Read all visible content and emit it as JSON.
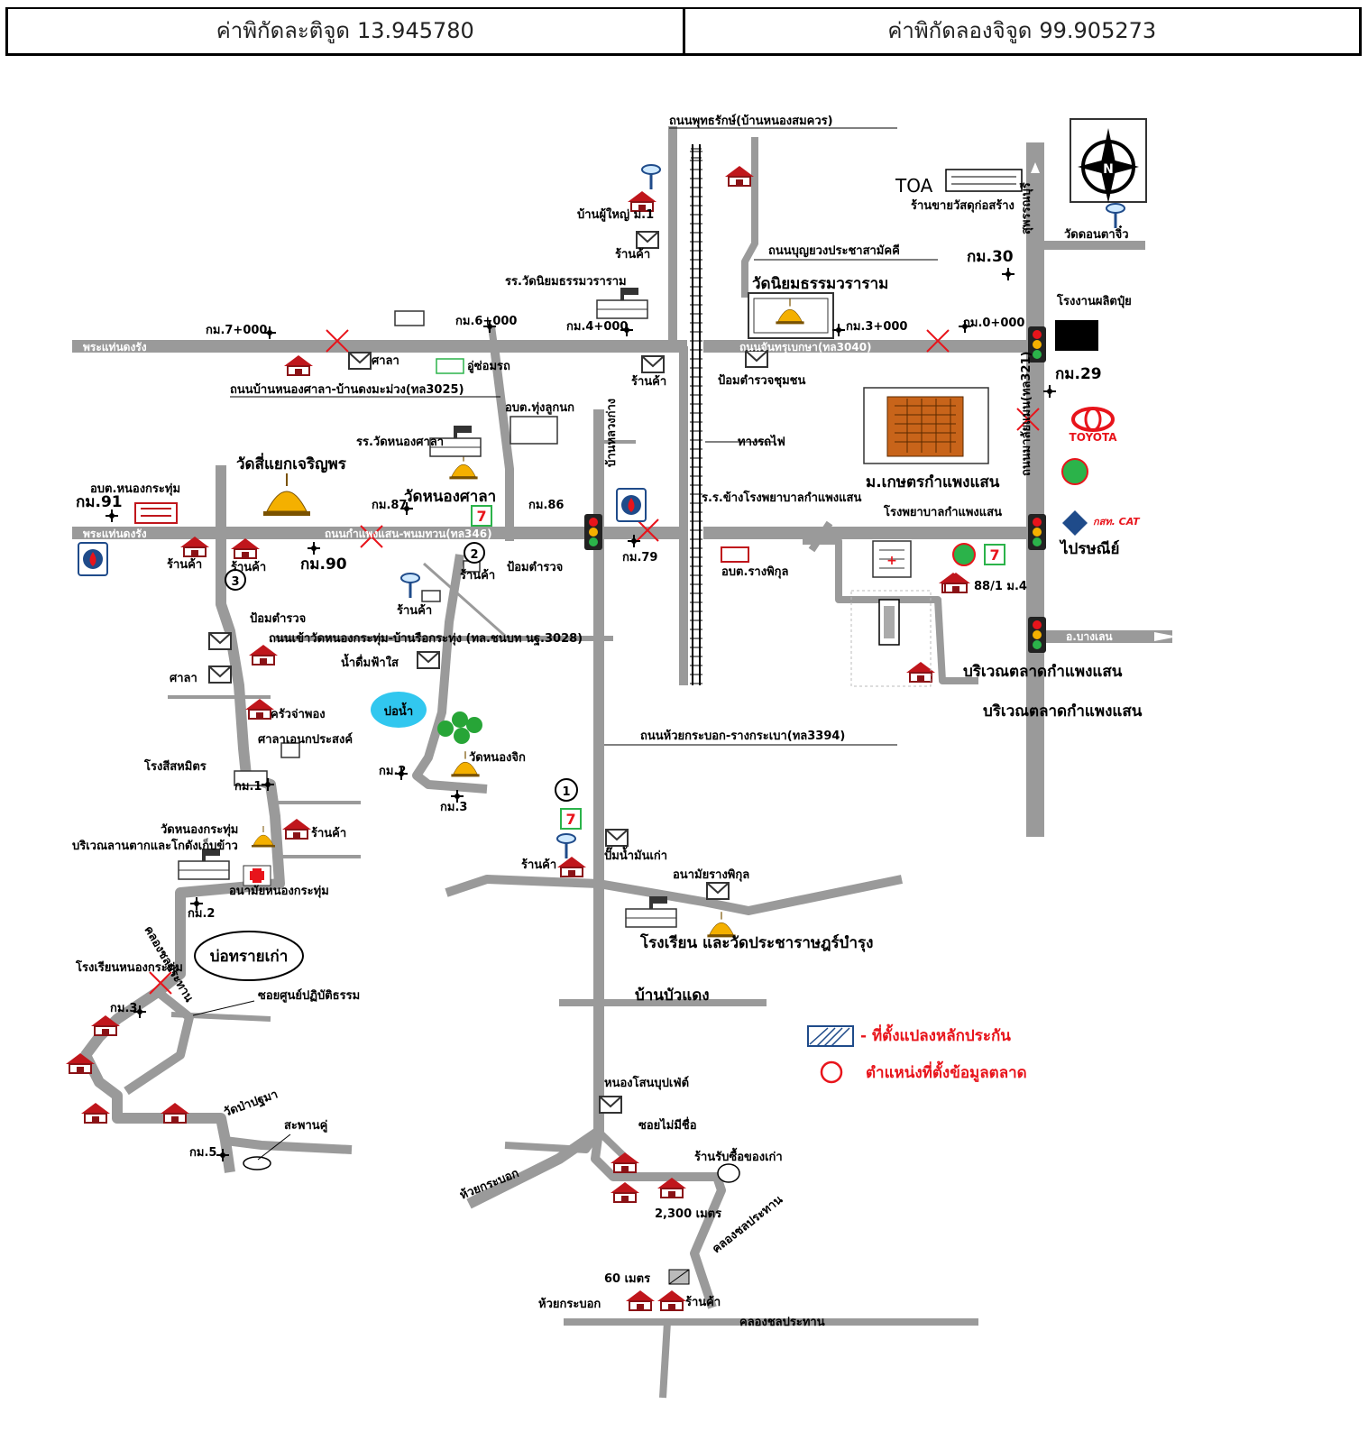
{
  "header": {
    "latitude_label": "ค่าพิกัดละติจูด",
    "latitude_value": "13.945780",
    "longitude_label": "ค่าพิกัดลองจิจูด",
    "longitude_value": "99.905273"
  },
  "map": {
    "compass_letter": "N",
    "toa_logo": "TOA",
    "toyota_logo": "TOYOTA",
    "cat_logo": "กสท. CAT",
    "seven_eleven": "7",
    "pond": "บ่อน้ำ",
    "old_fish_pond": "บ่อทรายเก่า",
    "circle_1": "1",
    "circle_2": "2",
    "circle_3": "3",
    "labels": {
      "road_phuttharak": "ถนนพุทธรักษ์(บ้านหนองสมควร)",
      "ban_phuyai": "บ้านผู้ใหญ่ ม.1",
      "shop_top": "ร้านค้า",
      "school_wat_niyom": "รร.วัดนิยมธรรมวราราม",
      "wat_niyom": "วัดนิยมธรรมวราราม",
      "road_bunyoung": "ถนนบุญยวงประชาสามัคคี",
      "toa_shop": "ร้านขายวัสดุก่อสร้าง",
      "wat_khon": "วัดดอนตาจิ๋ว",
      "km30": "กม.30",
      "fertilizer": "โรงงานผลิตปุ๋ย",
      "km29": "กม.29",
      "km7": "กม.7+000",
      "km6": "กม.6+000",
      "km4": "กม.4+000",
      "km3": "กม.3+000",
      "km0": "กม.0+000",
      "to_phra_left": "พระแท่นดงรัง",
      "road_jansap": "ถนนจันทรุเบกษา(ทล3040)",
      "police_community": "ป้อมตำรวจชุมชน",
      "sala": "ศาลา",
      "garage": "อู่ซ่อมรถ",
      "road_ban_nong_sala": "ถนนบ้านหนองศาลา-บ้านดงมะม่วง(ทล3025)",
      "shop_rail": "ร้านค้า",
      "obt_thung_luk_nok": "อบต.ทุ่งลูกนก",
      "school_nong_sala": "รร.วัดหนองศาลา",
      "wat_si_yaek": "วัดสี่แยกเจริญพร",
      "road_ban_lam": "บ้านหลวงก่าง",
      "railway": "ทางรถไฟ",
      "ku": "ม.เกษตรกำแพงแสน",
      "road_321": "ถนนมาลัยแมน(ทล321)",
      "road_321_top": "สุพรรณบุรี",
      "obt_nong_krathum": "อบต.หนองกระทุ่ม",
      "km91": "กม.91",
      "km87": "กม.87",
      "wat_nong_sala": "วัดหนองศาลา",
      "km86": "กม.86",
      "ku_hospital_side": "ร.ร.ข้างโรงพยาบาลกำแพงแสน",
      "ku_hospital": "โรงพยาบาลกำแพงแสน",
      "road_346": "ถนนกำแพงแสน-พนมทวน(ทล346)",
      "to_phra_left2": "พระแท่นดงรัง",
      "shop_a": "ร้านค้า",
      "shop_b": "ร้านค้า",
      "km90": "กม.90",
      "shop_c": "ร้านค้า",
      "police_2": "ป้อมตำรวจ",
      "km79": "กม.79",
      "obt_rang_phikun": "อบต.รางพิกุล",
      "post_office": "ไปรษณีย์",
      "house_881": "88/1 ม.4",
      "police_3": "ป้อมตำรวจ",
      "shop_d": "ร้านค้า",
      "road_wat_nong_krathum": "ถนนเข้าวัดหนองกระทุ่ม-บ้านรือกระทุ่ง (ทล.ชนบท นฐ.3028)",
      "to_bang_len": "อ.บางเลน",
      "water_shop": "น้ำดื่มฟ้าใส",
      "sala2": "ศาลา",
      "market1": "บริเวณตลาดกำแพงแสน",
      "market2": "บริเวณตลาดกำแพงแสน",
      "kitchen": "ครัวจ่าพอง",
      "sala_anek": "ศาลาเอนกประสงค์",
      "road_huai": "ถนนห้วยกระบอก-รางกระเบา(ทล3394)",
      "paint_factory": "โรงสีสหมิตร",
      "km2_right": "กม.2",
      "wat_nong_chik": "วัดหนองจิก",
      "km1": "กม.1",
      "km3_right": "กม.3",
      "wat_nong_krathum": "วัดหนองกระทุ่ม",
      "shop_e": "ร้านค้า",
      "rice_mill": "บริเวณลานตากและโกดังเก็บข้าว",
      "gas_pump": "ปั๊มน้ำมันเก่า",
      "shop_f": "ร้านค้า",
      "health_rang_phikun": "อนามัยรางพิกุล",
      "health_nong_krathum": "อนามัยหนองกระทุ่ม",
      "km2": "กม.2",
      "canal_nong_krathum": "คลองชลประทาน",
      "school_temple": "โรงเรียน และวัดประชาราษฎร์บำรุง",
      "school_nong_krathum": "โรงเรียนหนองกระทุ่ม",
      "soi_meditation": "ซอยศูนย์ปฏิบัติธรรม",
      "ban_bua_daeng": "บ้านบัวแดง",
      "km3_left": "กม.3",
      "legend_parcel": "- ที่ตั้งแปลงหลักประกัน",
      "legend_market": "ตำแหน่งที่ตั้งข้อมูลตลาด",
      "wat_pa": "วัดป่าปฐมา",
      "saphan": "สะพานคู่",
      "km5": "กม.5",
      "nong_sano": "หนองโสนบุปเฟ่ต์",
      "soi_no_name": "ซอยไม่มีชื่อ",
      "used_shop": "ร้านรับซื้อของเก่า",
      "huai_krabok": "ห้วยกระบอก",
      "distance_2300": "2,300 เมตร",
      "canal_right": "คลองชลประทาน",
      "distance_60": "60 เมตร",
      "huai_krabok2": "ห้วยกระบอก",
      "shop_g": "ร้านค้า",
      "canal_bottom": "คลองชลประทาน"
    }
  },
  "colors": {
    "road": "#9a9a9a",
    "house_roof": "#c0161c",
    "house_body": "#8a1216",
    "legend_red": "#e8141b",
    "pond": "#31c7ef",
    "tree": "#27a537"
  }
}
